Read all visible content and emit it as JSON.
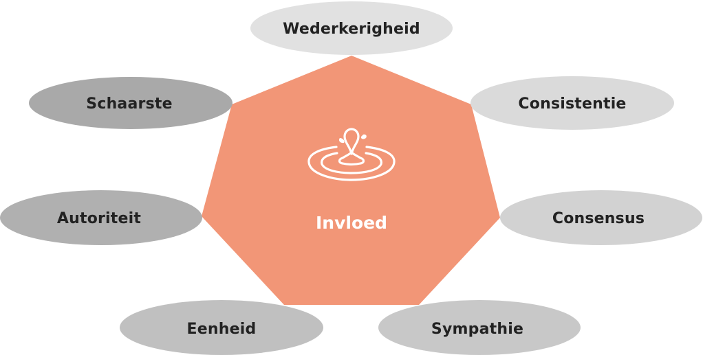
{
  "center": {
    "label": "Invloed",
    "icon": "water-drop-ripple-icon",
    "color": "#f29677",
    "icon_color": "#ffffff"
  },
  "nodes": [
    {
      "label": "Wederkerigheid",
      "color": "#e1e1e1"
    },
    {
      "label": "Consistentie",
      "color": "#dadada"
    },
    {
      "label": "Consensus",
      "color": "#d2d2d2"
    },
    {
      "label": "Sympathie",
      "color": "#c8c8c8"
    },
    {
      "label": "Eenheid",
      "color": "#c0c0c0"
    },
    {
      "label": "Autoriteit",
      "color": "#b0b0b0"
    },
    {
      "label": "Schaarste",
      "color": "#a9a9a9"
    }
  ],
  "text_color": "#222222"
}
